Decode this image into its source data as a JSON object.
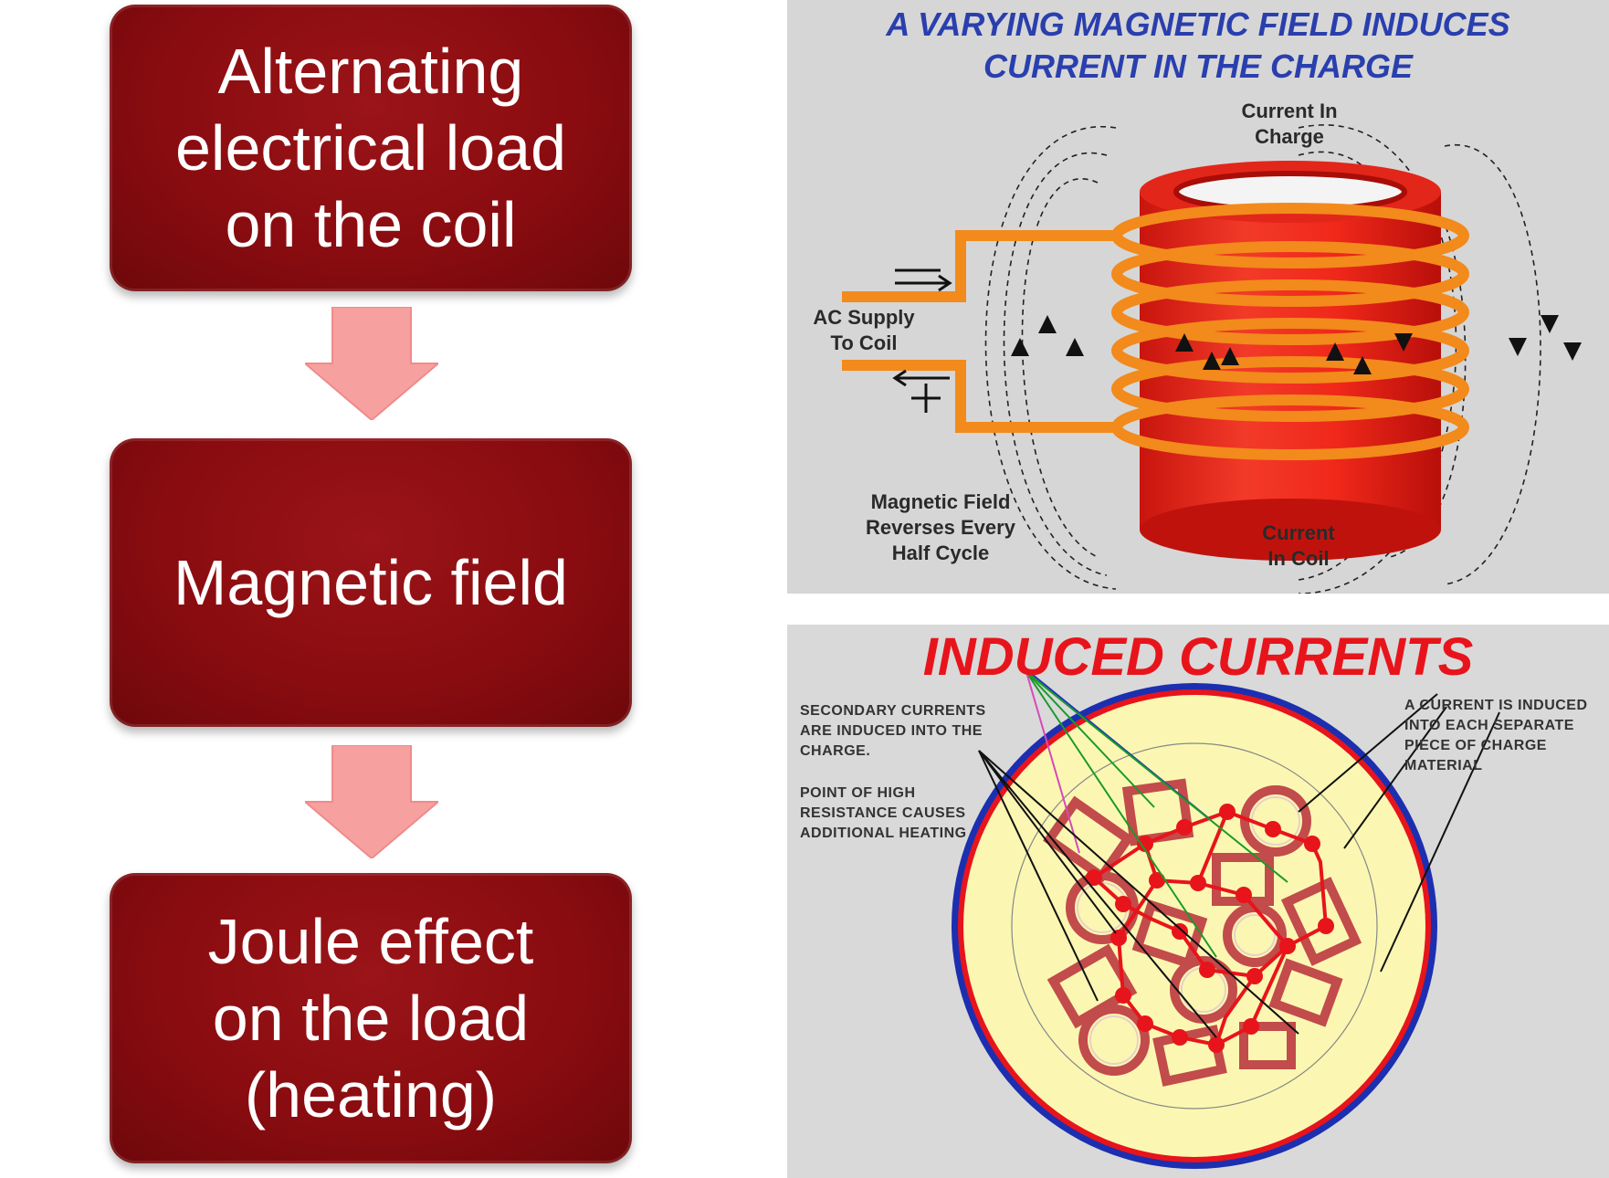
{
  "flowchart": {
    "steps": [
      {
        "label": "Alternating\nelectrical load\non the coil"
      },
      {
        "label": "Magnetic field"
      },
      {
        "label": "Joule effect\non the load\n(heating)"
      }
    ],
    "colors": {
      "box": "#8a0c10",
      "arrow": "#f7a0a0",
      "text": "#ffffff"
    }
  },
  "diagram_top": {
    "title_line1": "A VARYING MAGNETIC FIELD INDUCES",
    "title_line2": "CURRENT IN THE CHARGE",
    "label_current_in_charge": "Current In\nCharge",
    "label_ac_supply": "AC Supply\nTo Coil",
    "label_magnetic_field": "Magnetic Field\nReverses Every\nHalf Cycle",
    "label_current_in_coil": "Current\nIn Coil",
    "colors": {
      "title": "#2a3fae",
      "charge": "#f0281a",
      "coil": "#f28a1c",
      "background": "#d6d6d6"
    }
  },
  "diagram_bottom": {
    "title": "INDUCED CURRENTS",
    "label_secondary": "SECONDARY CURRENTS\nARE INDUCED INTO THE\nCHARGE.",
    "label_point_high_resistance": "POINT OF HIGH\nRESISTANCE CAUSES\nADDITIONAL HEATING",
    "label_current_each_piece": "A CURRENT IS INDUCED\nINTO EACH SEPARATE\nPIECE OF CHARGE\nMATERIAL",
    "colors": {
      "title": "#e8141b",
      "fill": "#fbf7b2",
      "ring_outer": "#1c2fb0",
      "ring_inner": "#e8141b",
      "background": "#d9d9d9"
    }
  }
}
